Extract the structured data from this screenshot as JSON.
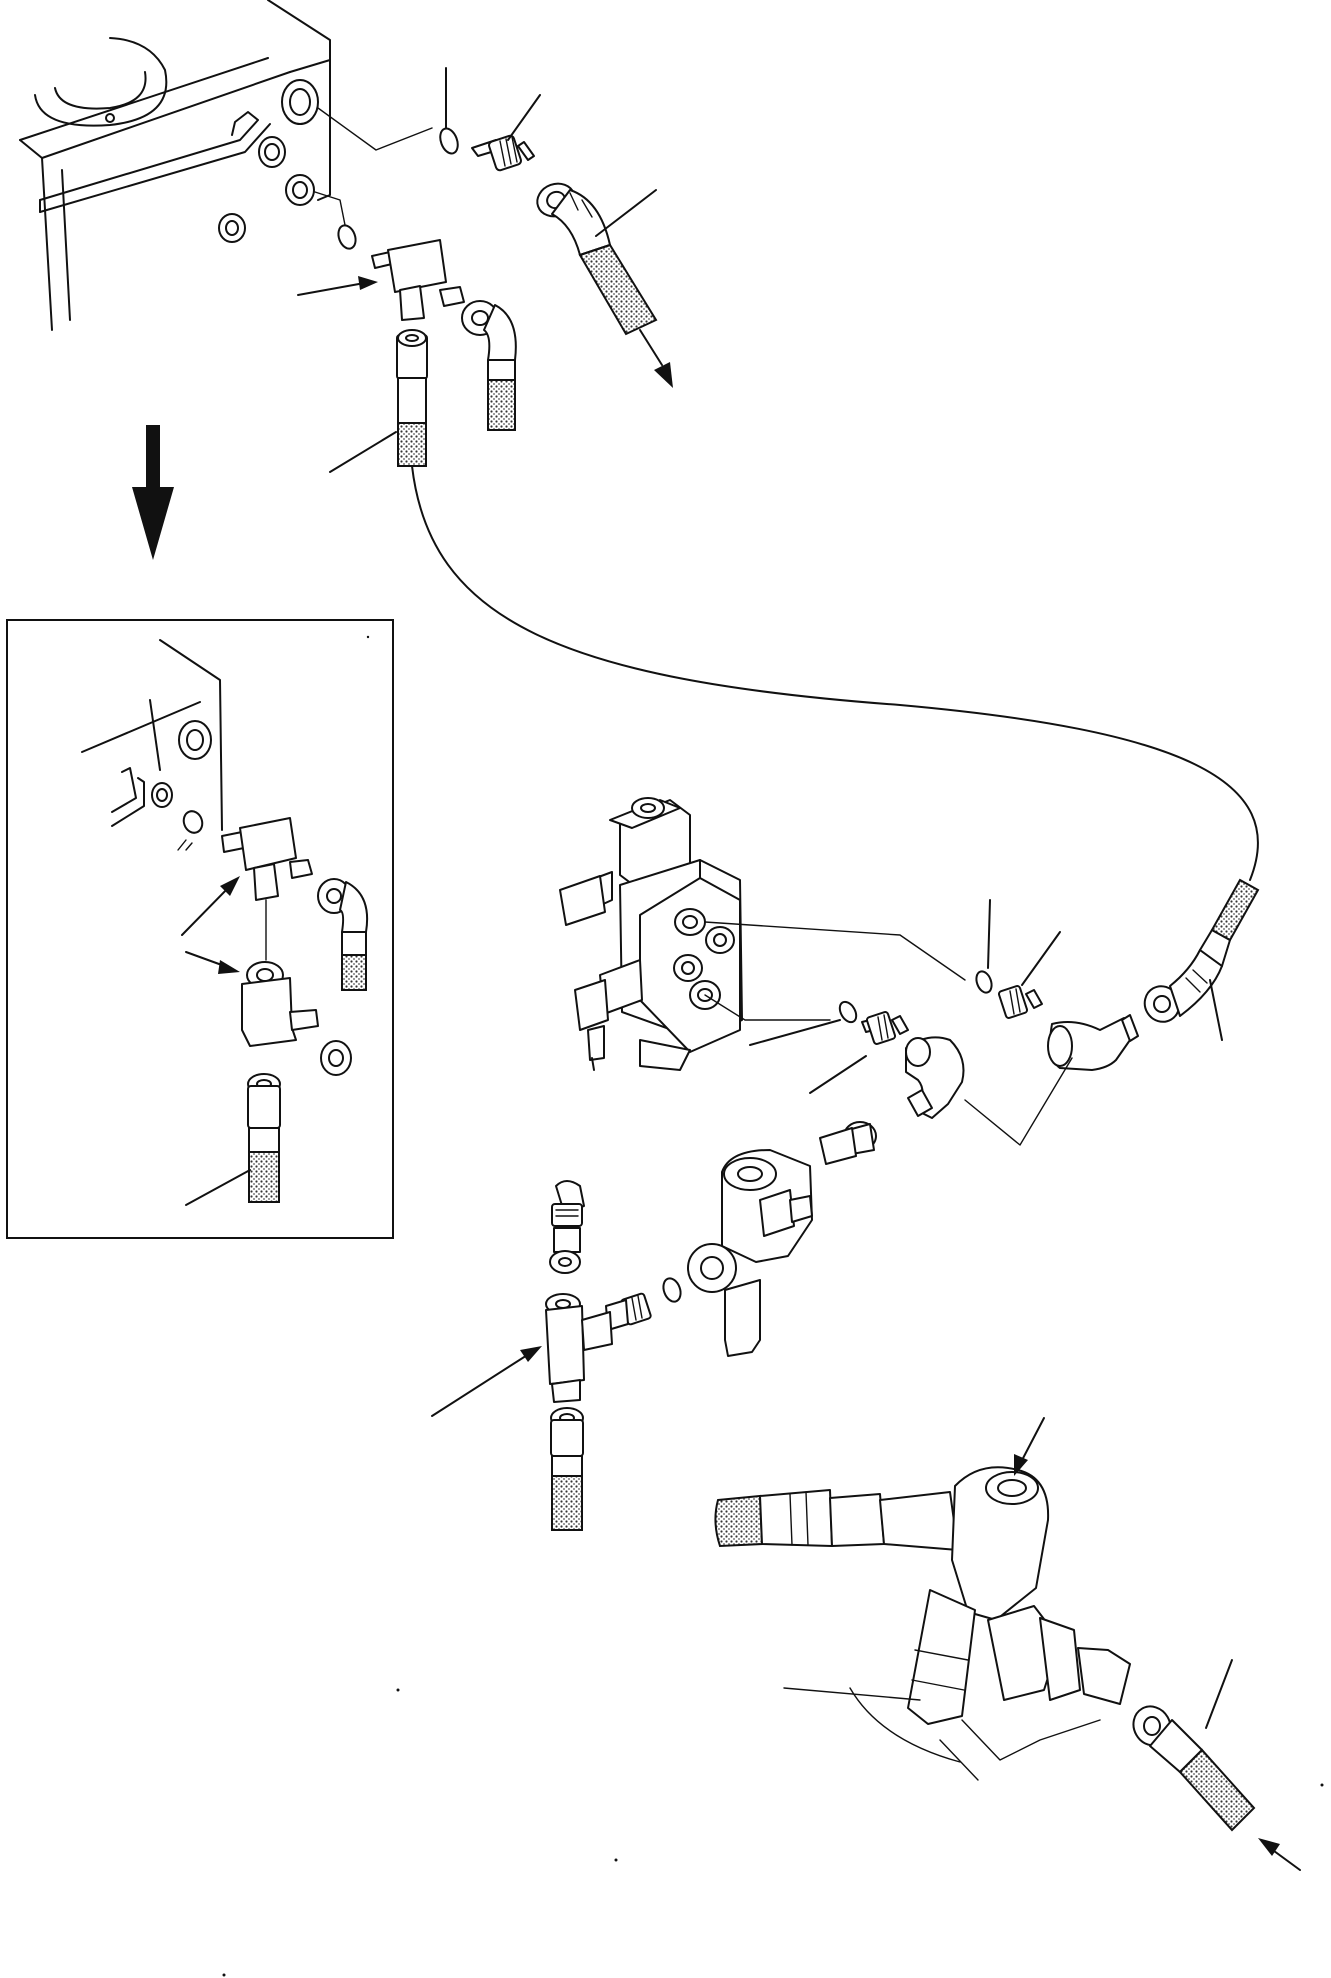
{
  "figure": {
    "text_labels": [],
    "colors": {
      "line": "#111111",
      "background": "#ffffff",
      "mesh": "#555555"
    }
  },
  "callouts": [
    {
      "name": "callout-oring-top"
    },
    {
      "name": "callout-adapter-top"
    },
    {
      "name": "callout-hose-top"
    },
    {
      "name": "callout-tee-top"
    },
    {
      "name": "callout-hose-left"
    },
    {
      "name": "callout-inset-tee"
    },
    {
      "name": "callout-inset-tee-lower"
    },
    {
      "name": "callout-inset-hose"
    },
    {
      "name": "callout-valve-oring-right"
    },
    {
      "name": "callout-valve-adapter-right"
    },
    {
      "name": "callout-valve-hose-right"
    },
    {
      "name": "callout-valve-oring-left"
    },
    {
      "name": "callout-valve-adapter-left"
    },
    {
      "name": "callout-tee-bottom"
    },
    {
      "name": "callout-cylinder-port"
    },
    {
      "name": "callout-cylinder-hose"
    },
    {
      "name": "callout-cylinder-arrow"
    }
  ]
}
